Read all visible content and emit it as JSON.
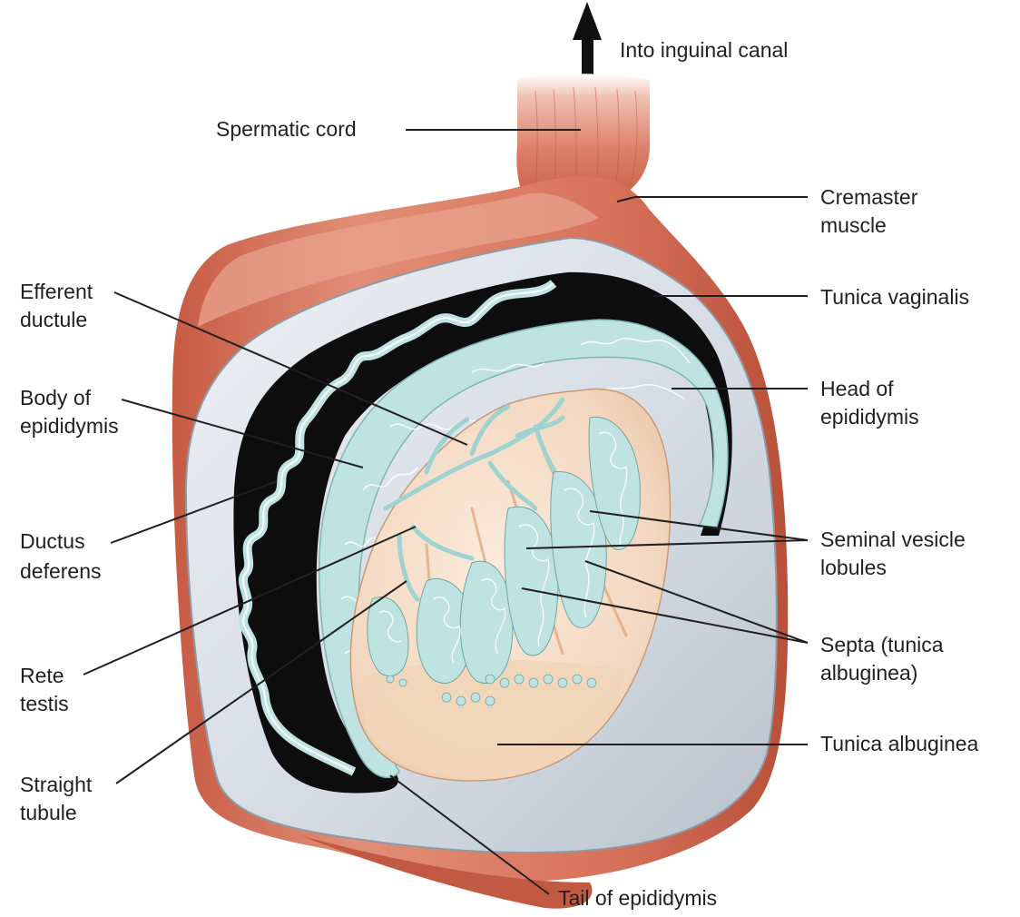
{
  "labels": {
    "into_inguinal_canal": "Into inguinal canal",
    "spermatic_cord": "Spermatic cord",
    "cremaster_muscle": [
      "Cremaster",
      "muscle"
    ],
    "tunica_vaginalis": "Tunica vaginalis",
    "head_of_epididymis": [
      "Head of",
      "epididymis"
    ],
    "seminal_vesicle_lobules": [
      "Seminal vesicle",
      "lobules"
    ],
    "septa": [
      "Septa (tunica",
      "albuginea)"
    ],
    "tunica_albuginea": "Tunica albuginea",
    "tail_of_epididymis": "Tail of epididymis",
    "straight_tubule": [
      "Straight",
      "tubule"
    ],
    "rete_testis": [
      "Rete",
      "testis"
    ],
    "ductus_deferens": [
      "Ductus",
      "deferens"
    ],
    "body_of_epididymis": [
      "Body of",
      "epididymis"
    ],
    "efferent_ductule": [
      "Efferent",
      "ductule"
    ]
  },
  "colors": {
    "muscle": "#d4705a",
    "muscle_dark": "#b2503c",
    "muscle_light": "#eaa08a",
    "tunica_vaginalis": "#d9dfe6",
    "cavity": "#0d0d0d",
    "epididymis": "#bfe3e1",
    "tubule_line": "#ffffff",
    "testis": "#f3dcc6",
    "testis_base": "#f0d2b4",
    "label_text": "#231f20"
  }
}
